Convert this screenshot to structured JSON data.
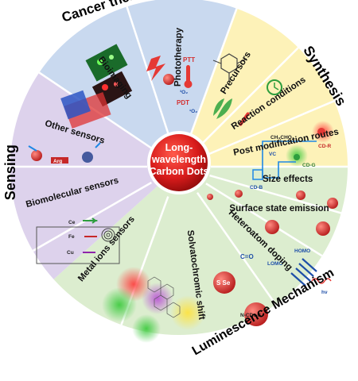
{
  "center": {
    "line1": "Long-",
    "line2": "wavelength",
    "line3": "Carbon Dots"
  },
  "quadrants": [
    {
      "key": "cancer",
      "title": "Cancer theranostics",
      "color": "#c9d9ef"
    },
    {
      "key": "synthesis",
      "title": "Synthesis",
      "color": "#fdf2b8"
    },
    {
      "key": "mechanism",
      "title": "Luminescence Mechanism",
      "color": "#dcedcf"
    },
    {
      "key": "sensing",
      "title": "Sensing",
      "color": "#ddd2ec"
    }
  ],
  "sectors": [
    {
      "name": "Bioimaging",
      "quadrant": "cancer"
    },
    {
      "name": "Phototherapy",
      "quadrant": "cancer"
    },
    {
      "name": "Precursors",
      "quadrant": "synthesis"
    },
    {
      "name": "Reaction conditions",
      "quadrant": "synthesis"
    },
    {
      "name": "Post modification routes",
      "quadrant": "synthesis"
    },
    {
      "name": "Size effects",
      "quadrant": "mechanism"
    },
    {
      "name": "Surface state emission",
      "quadrant": "mechanism"
    },
    {
      "name": "Heteroatom doping",
      "quadrant": "mechanism"
    },
    {
      "name": "Solvatochromic shift",
      "quadrant": "mechanism"
    },
    {
      "name": "Metal ions sensors",
      "quadrant": "sensing"
    },
    {
      "name": "Biomolecular sensors",
      "quadrant": "sensing"
    },
    {
      "name": "Other sensors",
      "quadrant": "sensing"
    }
  ],
  "inset_labels": {
    "ptt": "PTT",
    "pdt": "PDT",
    "o2_triplet": "³O₂",
    "o2_singlet": "¹O₂",
    "aldehyde": "CH₃CHO",
    "cd_r": "CD-R",
    "cd_g": "CD-G",
    "cd_b": "CD-B",
    "vc": "VC",
    "c_o": "C=O",
    "homo": "HOMO",
    "lomo": "LOMO",
    "hv": "hν",
    "s_se": "S Se",
    "ncds_f": "N-CDs-F",
    "arg": "Arg",
    "ce": "Ce",
    "fe": "Fe",
    "cu": "Cu"
  },
  "colors": {
    "center_red": "#d81b1b",
    "divider": "#ffffff",
    "cancer": "#c9d9ef",
    "synthesis": "#fdf2b8",
    "mechanism": "#dcedcf",
    "sensing": "#ddd2ec"
  }
}
